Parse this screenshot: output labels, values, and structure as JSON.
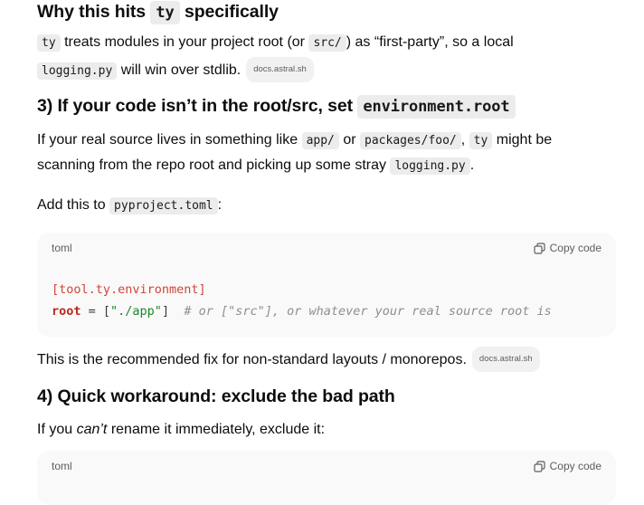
{
  "section_why": {
    "heading_pre": "Why this hits ",
    "heading_code": "ty",
    "heading_post": " specifically",
    "p1_code1": "ty",
    "p1_text1": " treats modules in your project root (or ",
    "p1_code2": "src/",
    "p1_text2": ") as “first-party”, so a local",
    "p2_code": "logging.py",
    "p2_text": " will win over stdlib.",
    "source_badge": "docs.astral.sh"
  },
  "section_3": {
    "heading_pre": "3) If your code isn’t in the root/src, set ",
    "heading_code": "environment.root",
    "p1_text1": "If your real source lives in something like ",
    "p1_code1": "app/",
    "p1_text2": " or ",
    "p1_code2": "packages/foo/",
    "p1_text3": ", ",
    "p1_code3": "ty",
    "p1_text4": " might be",
    "p2_text1": "scanning from the repo root and picking up some stray ",
    "p2_code": "logging.py",
    "p2_text2": ".",
    "add_text": "Add this to ",
    "add_code": "pyproject.toml",
    "add_colon": ":"
  },
  "code_block_1": {
    "language": "toml",
    "copy_label": "Copy code",
    "line1": "[tool.ty.environment]",
    "line2_key": "root",
    "line2_eq": " = [",
    "line2_str": "\"./app\"",
    "line2_close": "]  ",
    "line2_comment": "# or [\"src\"], or whatever your real source root is"
  },
  "after_code": {
    "text": "This is the recommended fix for non-standard layouts / monorepos.",
    "source_badge": "docs.astral.sh"
  },
  "section_4": {
    "heading": "4) Quick workaround: exclude the bad path",
    "p_text1": "If you ",
    "p_em": "can’t",
    "p_text2": " rename it immediately, exclude it:"
  },
  "code_block_2": {
    "language": "toml",
    "copy_label": "Copy code"
  }
}
